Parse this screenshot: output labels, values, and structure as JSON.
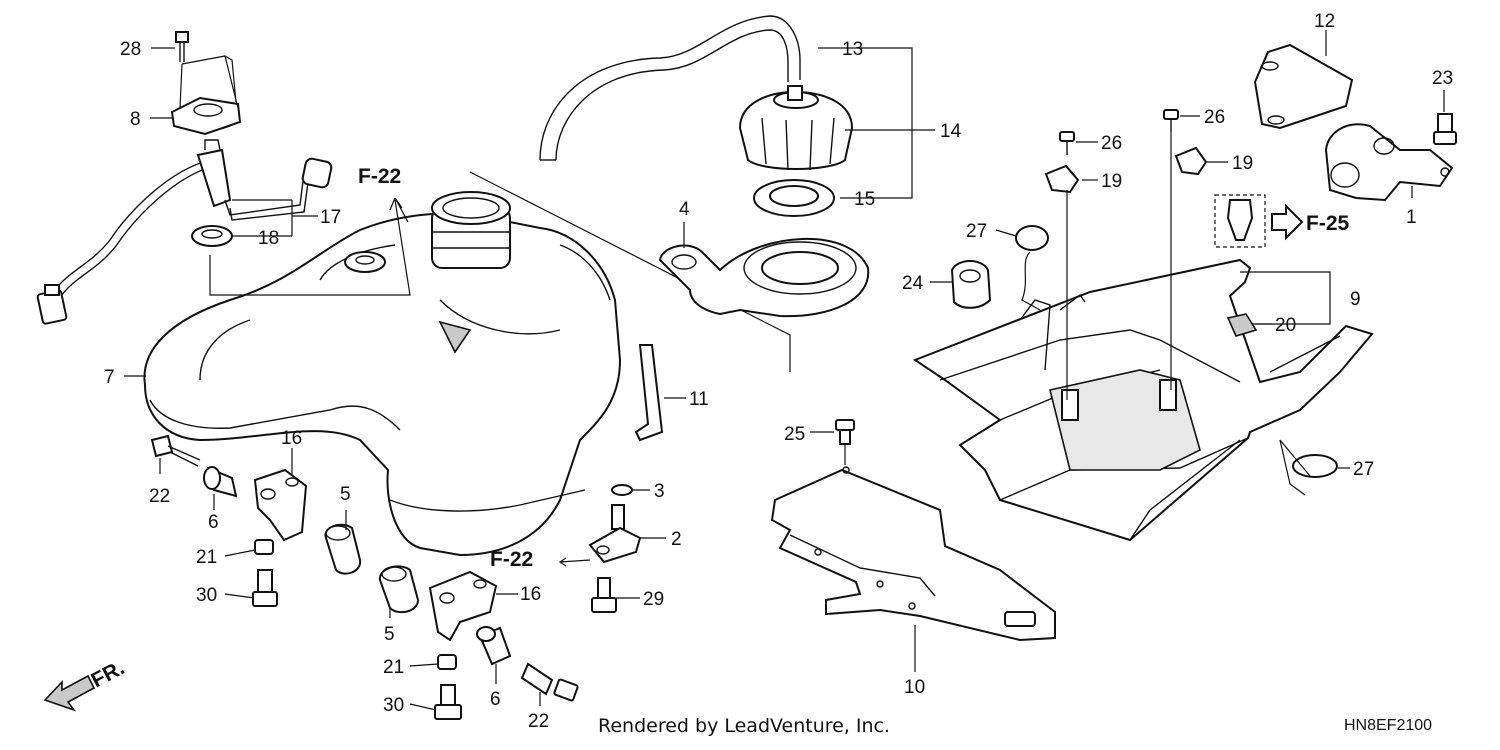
{
  "diagram": {
    "part_labels": [
      {
        "id": "28",
        "text": "28"
      },
      {
        "id": "8",
        "text": "8"
      },
      {
        "id": "17",
        "text": "17"
      },
      {
        "id": "18",
        "text": "18"
      },
      {
        "id": "7",
        "text": "7"
      },
      {
        "id": "22a",
        "text": "22"
      },
      {
        "id": "6a",
        "text": "6"
      },
      {
        "id": "16a",
        "text": "16"
      },
      {
        "id": "21a",
        "text": "21"
      },
      {
        "id": "30a",
        "text": "30"
      },
      {
        "id": "5a",
        "text": "5"
      },
      {
        "id": "5b",
        "text": "5"
      },
      {
        "id": "16b",
        "text": "16"
      },
      {
        "id": "21b",
        "text": "21"
      },
      {
        "id": "30b",
        "text": "30"
      },
      {
        "id": "6b",
        "text": "6"
      },
      {
        "id": "22b",
        "text": "22"
      },
      {
        "id": "13",
        "text": "13"
      },
      {
        "id": "14",
        "text": "14"
      },
      {
        "id": "15",
        "text": "15"
      },
      {
        "id": "4",
        "text": "4"
      },
      {
        "id": "11",
        "text": "11"
      },
      {
        "id": "3",
        "text": "3"
      },
      {
        "id": "2",
        "text": "2"
      },
      {
        "id": "29",
        "text": "29"
      },
      {
        "id": "25",
        "text": "25"
      },
      {
        "id": "10",
        "text": "10"
      },
      {
        "id": "12",
        "text": "12"
      },
      {
        "id": "23",
        "text": "23"
      },
      {
        "id": "1",
        "text": "1"
      },
      {
        "id": "26a",
        "text": "26"
      },
      {
        "id": "26b",
        "text": "26"
      },
      {
        "id": "19a",
        "text": "19"
      },
      {
        "id": "19b",
        "text": "19"
      },
      {
        "id": "27a",
        "text": "27"
      },
      {
        "id": "27b",
        "text": "27"
      },
      {
        "id": "24",
        "text": "24"
      },
      {
        "id": "9",
        "text": "9"
      },
      {
        "id": "20",
        "text": "20"
      }
    ],
    "references": [
      {
        "id": "f22a",
        "text": "F-22"
      },
      {
        "id": "f22b",
        "text": "F-22"
      },
      {
        "id": "f25",
        "text": "F-25"
      }
    ],
    "direction_label": "FR.",
    "footer": "Rendered by LeadVenture, Inc.",
    "diagram_code": "HN8EF2100"
  }
}
